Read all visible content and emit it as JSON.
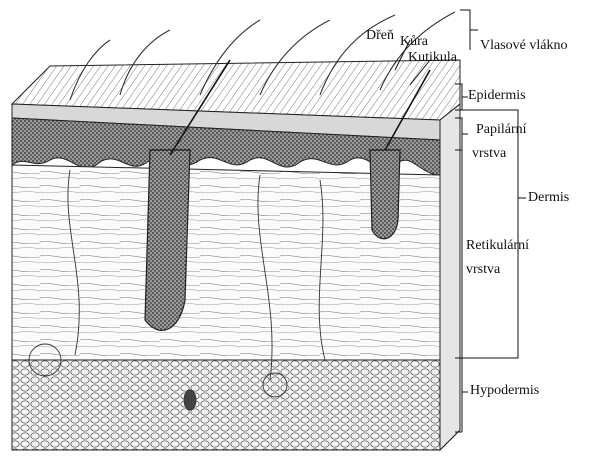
{
  "labels": {
    "dren": "Dřeň",
    "kura": "Kůra",
    "kutikula": "Kutikula",
    "vlasove_vlakno": "Vlasové vlákno",
    "epidermis": "Epidermis",
    "papilarni_1": "Papilární",
    "papilarni_2": "vrstva",
    "dermis": "Dermis",
    "retikularni_1": "Retikulární",
    "retikularni_2": "vrstva",
    "hypodermis": "Hypodermis"
  }
}
